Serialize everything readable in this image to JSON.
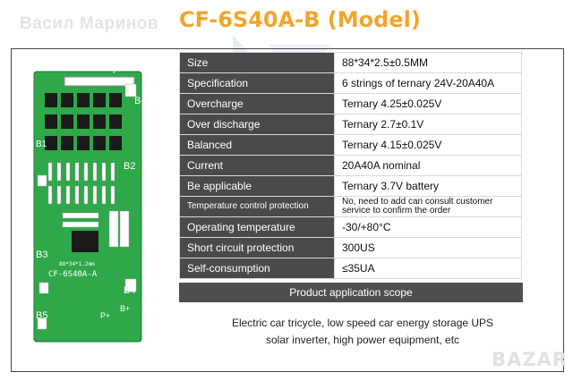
{
  "watermark_text": "Васил Маринов",
  "title": "CF-6S40A-B (Model)",
  "specs": [
    {
      "label": "Size",
      "value": "88*34*2.5±0.5MM"
    },
    {
      "label": "Specification",
      "value": "6 strings of ternary 24V-20A40A"
    },
    {
      "label": "Overcharge",
      "value": "Ternary 4.25±0.025V"
    },
    {
      "label": "Over discharge",
      "value": "Ternary 2.7±0.1V"
    },
    {
      "label": "Balanced",
      "value": "Ternary 4.15±0.025V"
    },
    {
      "label": "Current",
      "value": "20A40A nominal"
    },
    {
      "label": "Be applicable",
      "value": "Ternary 3.7V battery"
    },
    {
      "label": "Temperature control protection",
      "value": "No, need to add can consult customer service to confirm the order"
    },
    {
      "label": "Operating temperature",
      "value": "-30/+80°C"
    },
    {
      "label": "Short circuit protection",
      "value": "300US"
    },
    {
      "label": "Self-consumption",
      "value": "≤35UA"
    }
  ],
  "scope_title": "Product application scope",
  "scope_lines": [
    "Electric car tricycle, low speed car energy storage UPS",
    "solar inverter, high power equipment, etc"
  ],
  "board": {
    "silk_b": "B-",
    "silk_p": "P-",
    "silk_b1": "B1",
    "silk_b2": "B2",
    "silk_b3": "B3",
    "silk_b4": "B4",
    "silk_b5": "B5",
    "silk_bp": "B+",
    "silk_pp": "P+",
    "model": "CF-6S40A-A",
    "dims": "88*34*1.2mm"
  },
  "bazar_watermark": "BAZAR",
  "colors": {
    "title": "#f0a62c",
    "header_bg": "#4a4a4a",
    "board_green": "#2fa84a"
  }
}
